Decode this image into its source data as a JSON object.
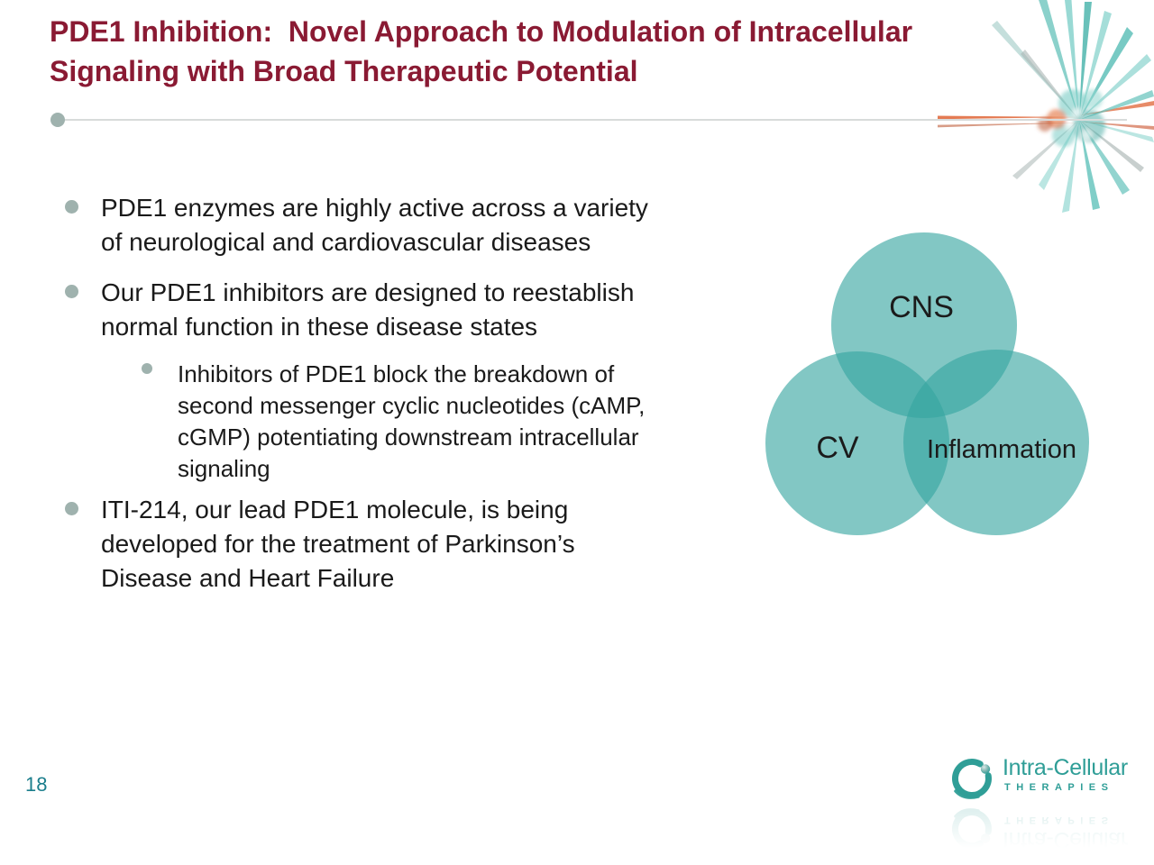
{
  "title": "PDE1 Inhibition:  Novel Approach to Modulation of Intracellular\nSignaling with Broad Therapeutic Potential",
  "page_number": "18",
  "bullets": {
    "b1": "PDE1 enzymes are highly active across a variety\nof neurological and cardiovascular diseases",
    "b2": "Our PDE1 inhibitors are designed to reestablish\nnormal function in these disease states",
    "b3": "Inhibitors of PDE1 block the breakdown of\nsecond messenger cyclic nucleotides (cAMP,\ncGMP) potentiating downstream intracellular\nsignaling",
    "b4": "ITI-214, our lead PDE1 molecule, is being\ndeveloped for the treatment of Parkinson’s\nDisease and Heart Failure"
  },
  "venn": {
    "labels": [
      "CNS",
      "CV",
      "Inflammation"
    ]
  },
  "logo": {
    "name": "Intra-Cellular",
    "subtext": "THERAPIES"
  },
  "colors": {
    "title": "#8A1A33",
    "body_text": "#1A1A1A",
    "bullet_marker": "#9FB2AE",
    "divider_line": "#D8DBDA",
    "venn_fill": "#35A59F",
    "venn_label": "#1B1B1B",
    "logo_teal": "#2F9E97",
    "page_number": "#1B7E8C"
  }
}
